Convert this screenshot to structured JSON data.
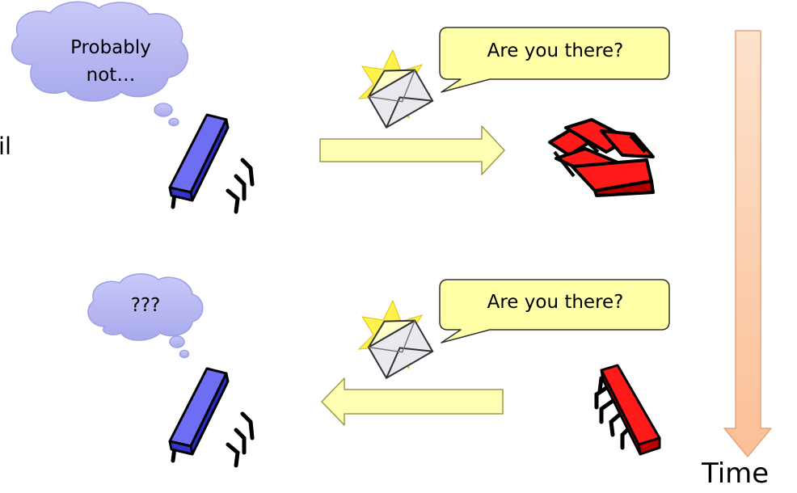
{
  "slide": {
    "edge_fragment": "il",
    "time_label": "Time"
  },
  "top_row": {
    "thought": "Probably not…",
    "speech": "Are you there?",
    "arrow_direction": "right",
    "left_node": "blue-chip-icon",
    "right_node": "crashed-red-chip-icon"
  },
  "bottom_row": {
    "thought": "???",
    "speech": "Are you there?",
    "arrow_direction": "left",
    "left_node": "blue-chip-icon",
    "right_node": "red-chip-icon"
  },
  "colors": {
    "thought_cloud": "#b3b4f0",
    "speech_bubble": "#ffffa8",
    "message_arrow": "#ffffb3",
    "time_arrow": "#fccfa8",
    "healthy_node": "#6e6ef5",
    "failed_node": "#ff1a1a",
    "envelope_flash": "#fff24a"
  }
}
